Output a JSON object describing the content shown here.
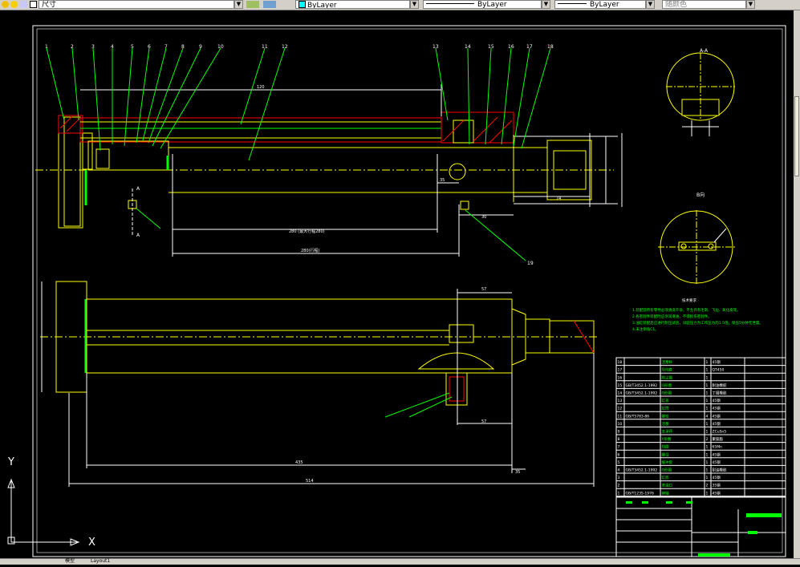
{
  "toolbar": {
    "named_view_suffix": "尺寸",
    "layer_color_value": "ByLayer",
    "linetype_value": "ByLayer",
    "lineweight_value": "ByLayer",
    "plotstyle_value": "随颜色"
  },
  "drawing": {
    "balloons_top": [
      "1",
      "2",
      "3",
      "4",
      "5",
      "6",
      "7",
      "8",
      "9",
      "10",
      "11",
      "12"
    ],
    "balloons_right": [
      "13",
      "14",
      "15",
      "16",
      "17",
      "18"
    ],
    "balloon_bottom": "19",
    "section_label_a": "A",
    "section_view_label": "A-A",
    "detail_view_label": "B向",
    "dimensions": {
      "d_120": "120",
      "d_280": "280 (最大行程280)",
      "d_280b": "280(行程)",
      "d_35": "35",
      "d_30": "30",
      "d_74": "74",
      "d_57": "57",
      "d_35b": "35",
      "d_435": "435",
      "d_514": "514"
    },
    "tech_req_title": "技术要求",
    "tech_req_lines": [
      "1.装配前所有零件必须清洗干净，不允许有毛刺、飞边、氧化皮等。",
      "2.各密封件装配时应涂润滑油，不得损伤密封件。",
      "3.油缸装配后应进行耐压试验，试验压力为工作压力的1.5倍，保压5分钟无泄漏。",
      "4.未注倒角C1。"
    ],
    "bom_rows": [
      {
        "no": "18",
        "code": "",
        "name": "活塞杆",
        "qty": "1",
        "mat": "45钢"
      },
      {
        "no": "17",
        "code": "",
        "name": "导向套",
        "qty": "1",
        "mat": "QT450"
      },
      {
        "no": "16",
        "code": "",
        "name": "防尘圈",
        "qty": "1",
        "mat": ""
      },
      {
        "no": "15",
        "code": "GB/T3452.1-1992",
        "name": "O形圈",
        "qty": "1",
        "mat": "耐油橡胶"
      },
      {
        "no": "14",
        "code": "GB/T3452.1-1992",
        "name": "O形圈",
        "qty": "1",
        "mat": "丁腈橡胶"
      },
      {
        "no": "13",
        "code": "",
        "name": "缸盖",
        "qty": "1",
        "mat": "45钢"
      },
      {
        "no": "12",
        "code": "",
        "name": "缸筒",
        "qty": "1",
        "mat": "45钢"
      },
      {
        "no": "11",
        "code": "GB/T5783-86",
        "name": "螺栓",
        "qty": "4",
        "mat": "45钢"
      },
      {
        "no": "10",
        "code": "",
        "name": "活塞",
        "qty": "1",
        "mat": "45钢"
      },
      {
        "no": "9",
        "code": "",
        "name": "支承环",
        "qty": "1",
        "mat": "ZCuSn5"
      },
      {
        "no": "8",
        "code": "",
        "name": "Y形圈",
        "qty": "2",
        "mat": "聚氨酯"
      },
      {
        "no": "7",
        "code": "",
        "name": "挡圈",
        "qty": "1",
        "mat": "65Mn"
      },
      {
        "no": "6",
        "code": "",
        "name": "螺母",
        "qty": "1",
        "mat": "45钢"
      },
      {
        "no": "5",
        "code": "",
        "name": "缓冲套",
        "qty": "1",
        "mat": "45钢"
      },
      {
        "no": "4",
        "code": "GB/T3452.1-1992",
        "name": "O形圈",
        "qty": "1",
        "mat": "耐油橡胶"
      },
      {
        "no": "3",
        "code": "",
        "name": "缸底",
        "qty": "1",
        "mat": "45钢"
      },
      {
        "no": "2",
        "code": "",
        "name": "进油口",
        "qty": "2",
        "mat": "35钢"
      },
      {
        "no": "1",
        "code": "GB/T1235-1976",
        "name": "销轴",
        "qty": "1",
        "mat": "45钢"
      }
    ],
    "axis_y": "Y",
    "axis_x": "X"
  },
  "status": {
    "tab_model": "模型",
    "tab_layout": "Layout1"
  }
}
